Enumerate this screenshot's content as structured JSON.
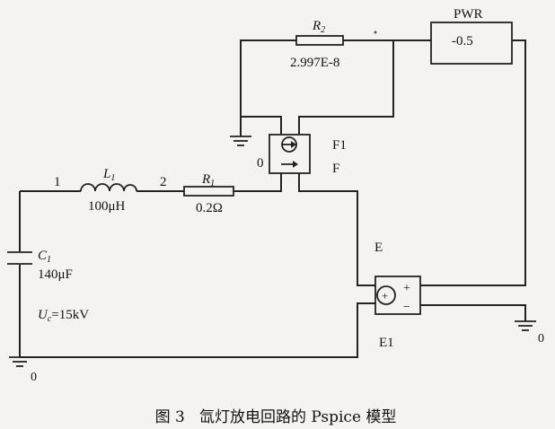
{
  "diagram": {
    "pwr": {
      "label": "PWR",
      "value": "-0.5"
    },
    "r2": {
      "name": "R",
      "sub": "2",
      "value": "2.997E-8"
    },
    "f1": {
      "name": "F1",
      "terminal": "F",
      "node": "0"
    },
    "l1": {
      "name": "L",
      "sub": "1",
      "value": "100μH"
    },
    "r1": {
      "name": "R",
      "sub": "1",
      "value": "0.2Ω"
    },
    "c1": {
      "name": "C",
      "sub": "1",
      "value": "140μF"
    },
    "uc": {
      "name": "U",
      "sub": "c",
      "value": "=15kV"
    },
    "e": {
      "label": "E",
      "name": "E1",
      "plus": "+",
      "minus": "−"
    },
    "nodes": {
      "n1": "1",
      "n2": "2"
    },
    "grounds": {
      "left": "0",
      "right": "0"
    }
  },
  "caption": "图 3   氙灯放电回路的 Pspice 模型"
}
